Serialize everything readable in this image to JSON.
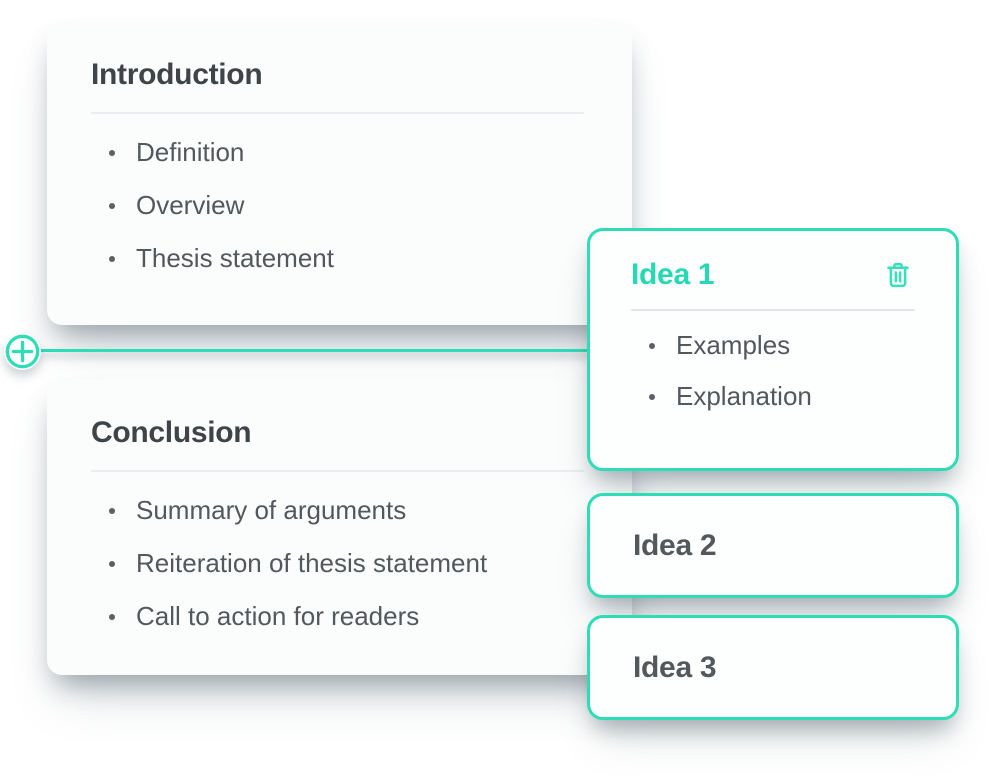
{
  "colors": {
    "accent_teal": "#2edcb6",
    "idea_title_teal": "#26d9b2",
    "section_title": "#3f4449",
    "idea_stub_title": "#53585d",
    "body_text": "#53585d",
    "divider_light": "#eaeef1",
    "divider_idea": "#dde7eb",
    "card_background": "#fbfcfc",
    "page_background": "#ffffff"
  },
  "outline": {
    "sections": [
      {
        "title": "Introduction",
        "items": [
          "Definition",
          "Overview",
          "Thesis statement"
        ]
      },
      {
        "title": "Conclusion",
        "items": [
          "Summary of arguments",
          "Reiteration of thesis statement",
          "Call to action for readers"
        ]
      }
    ],
    "ideas": [
      {
        "title": "Idea 1",
        "items": [
          "Examples",
          "Explanation"
        ]
      },
      {
        "title": "Idea 2",
        "items": []
      },
      {
        "title": "Idea 3",
        "items": []
      }
    ]
  },
  "icons": {
    "add": "plus-icon",
    "delete": "trash-icon",
    "bullet": "bullet-dot"
  }
}
